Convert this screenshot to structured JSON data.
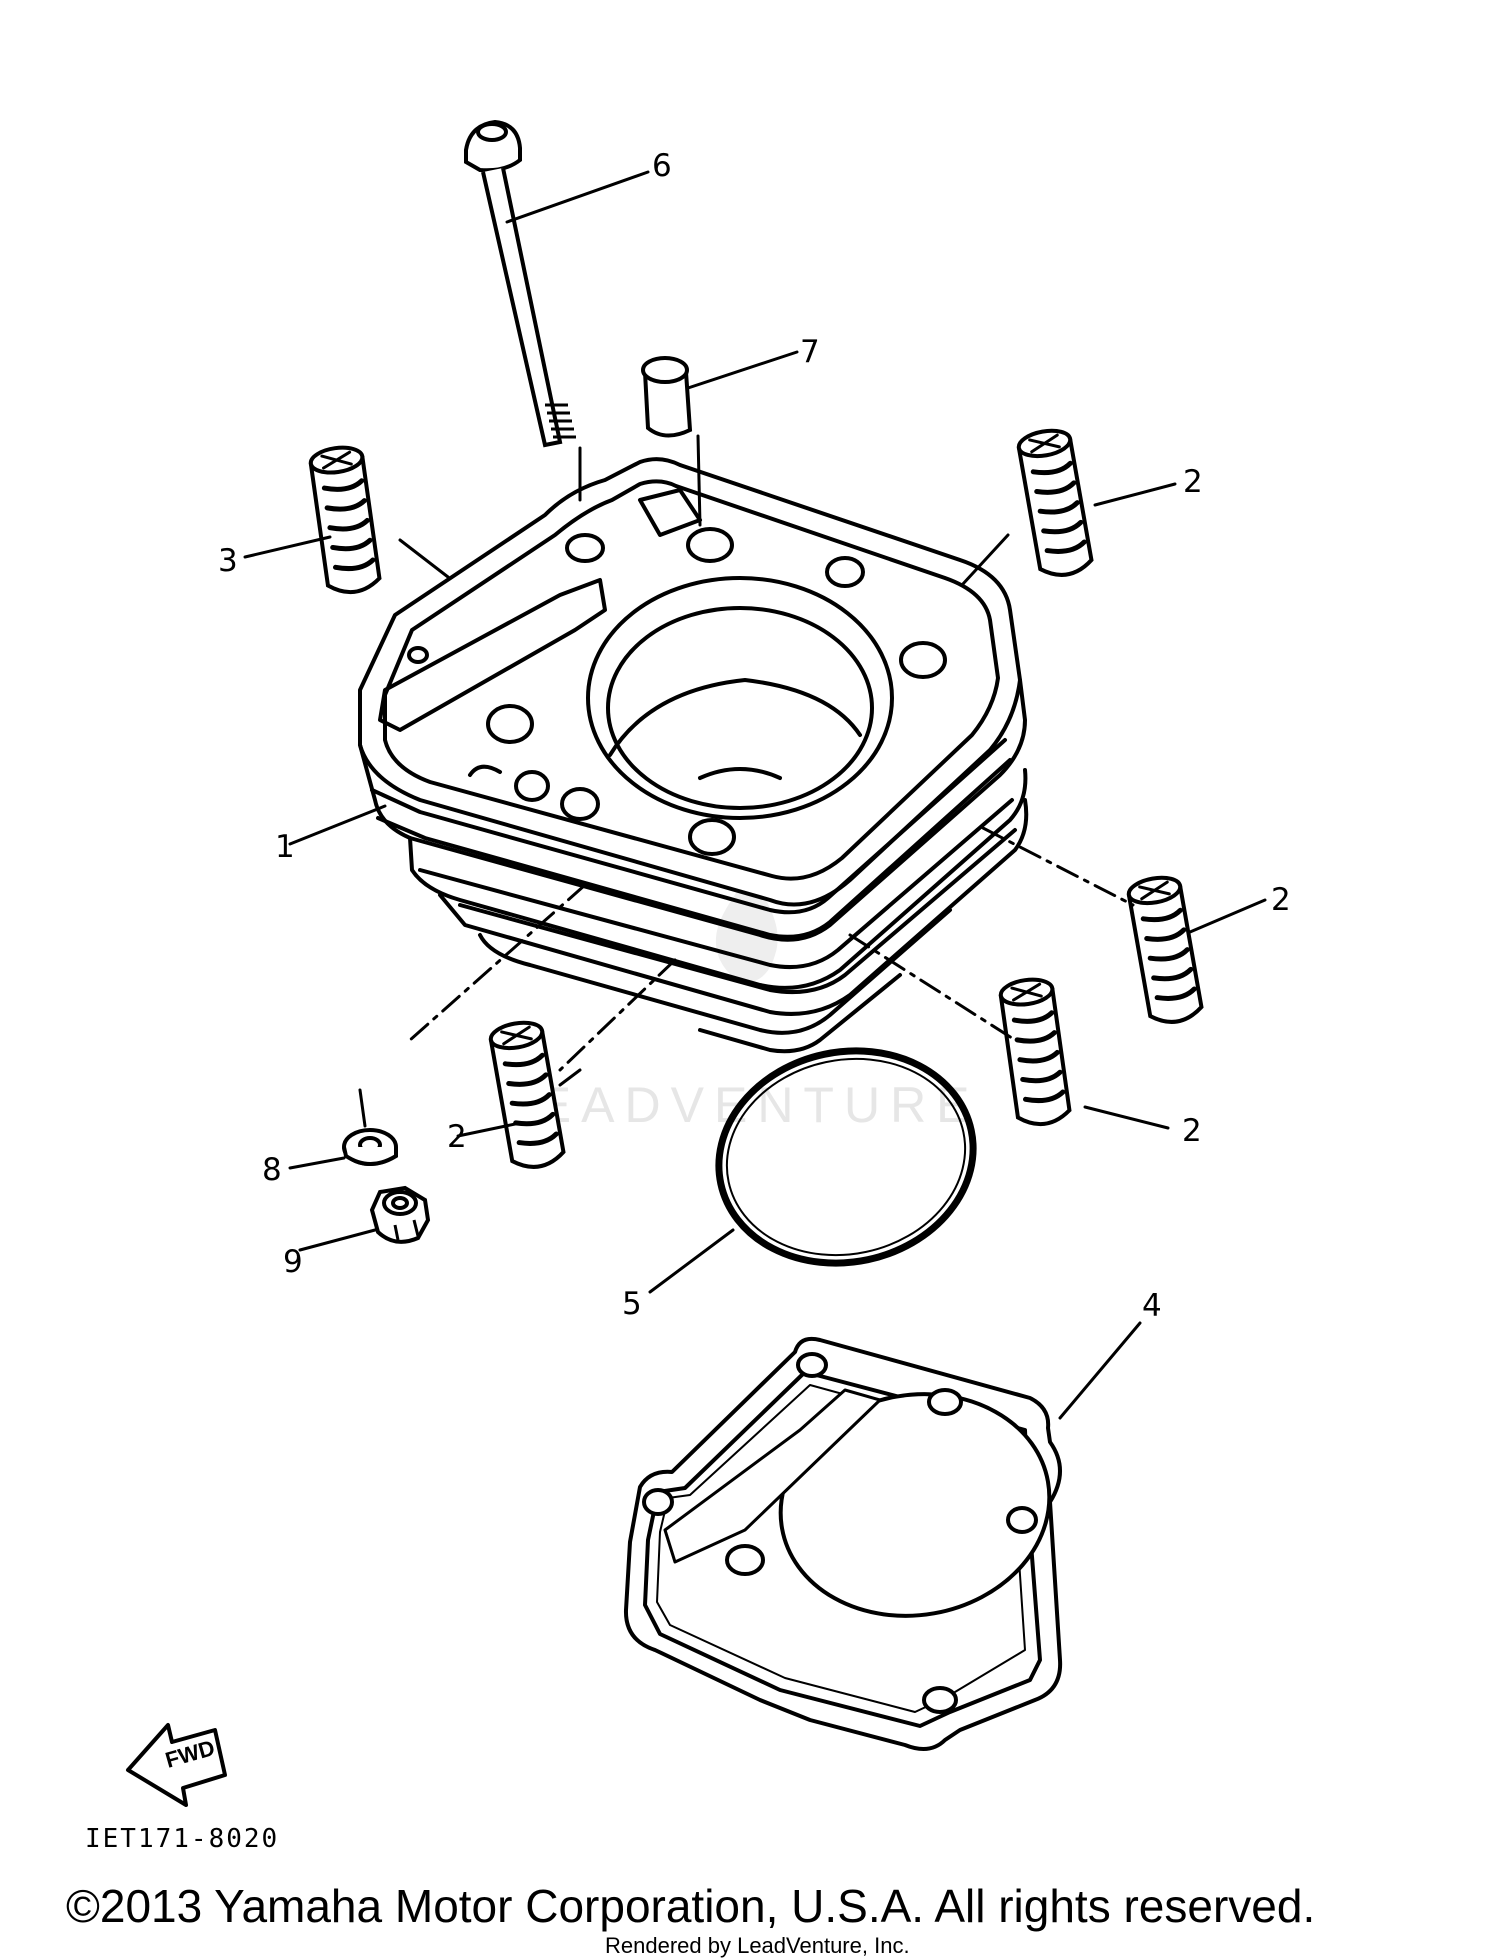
{
  "labels": {
    "n1": "1",
    "n2a": "2",
    "n2b": "2",
    "n2c": "2",
    "n2d": "2",
    "n3": "3",
    "n4": "4",
    "n5": "5",
    "n6": "6",
    "n7": "7",
    "n8": "8",
    "n9": "9"
  },
  "fwd": "FWD",
  "diagram_code": "IET171-8020",
  "watermark": "LEADVENTURE",
  "copyright": "©2013 Yamaha Motor Corporation, U.S.A. All rights reserved.",
  "rendered_by": "Rendered by LeadVenture, Inc."
}
